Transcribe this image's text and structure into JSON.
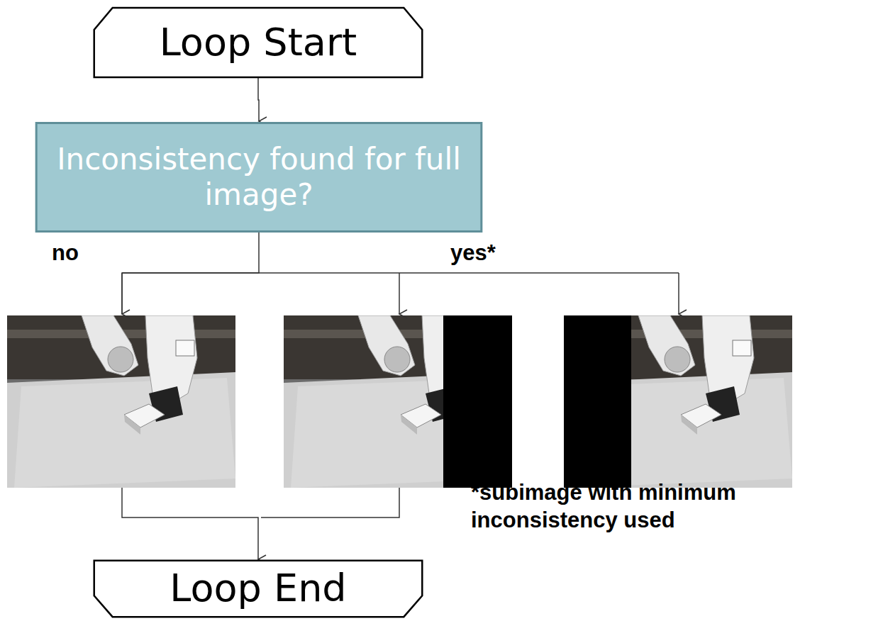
{
  "diagram": {
    "nodes": [
      {
        "text": [
          "Loop Start"
        ]
      },
      {
        "text": [
          "Inconsistency found for full image?"
        ]
      },
      {
        "text": [
          "Loop End"
        ]
      }
    ],
    "edges": [
      {
        "from": 0,
        "to": 1,
        "arrow": "to"
      },
      {
        "from": 1,
        "to": 2,
        "arrow": "to"
      }
    ],
    "labels": [
      "no",
      "yes*",
      "*subimage with minimum inconsistency used"
    ]
  }
}
